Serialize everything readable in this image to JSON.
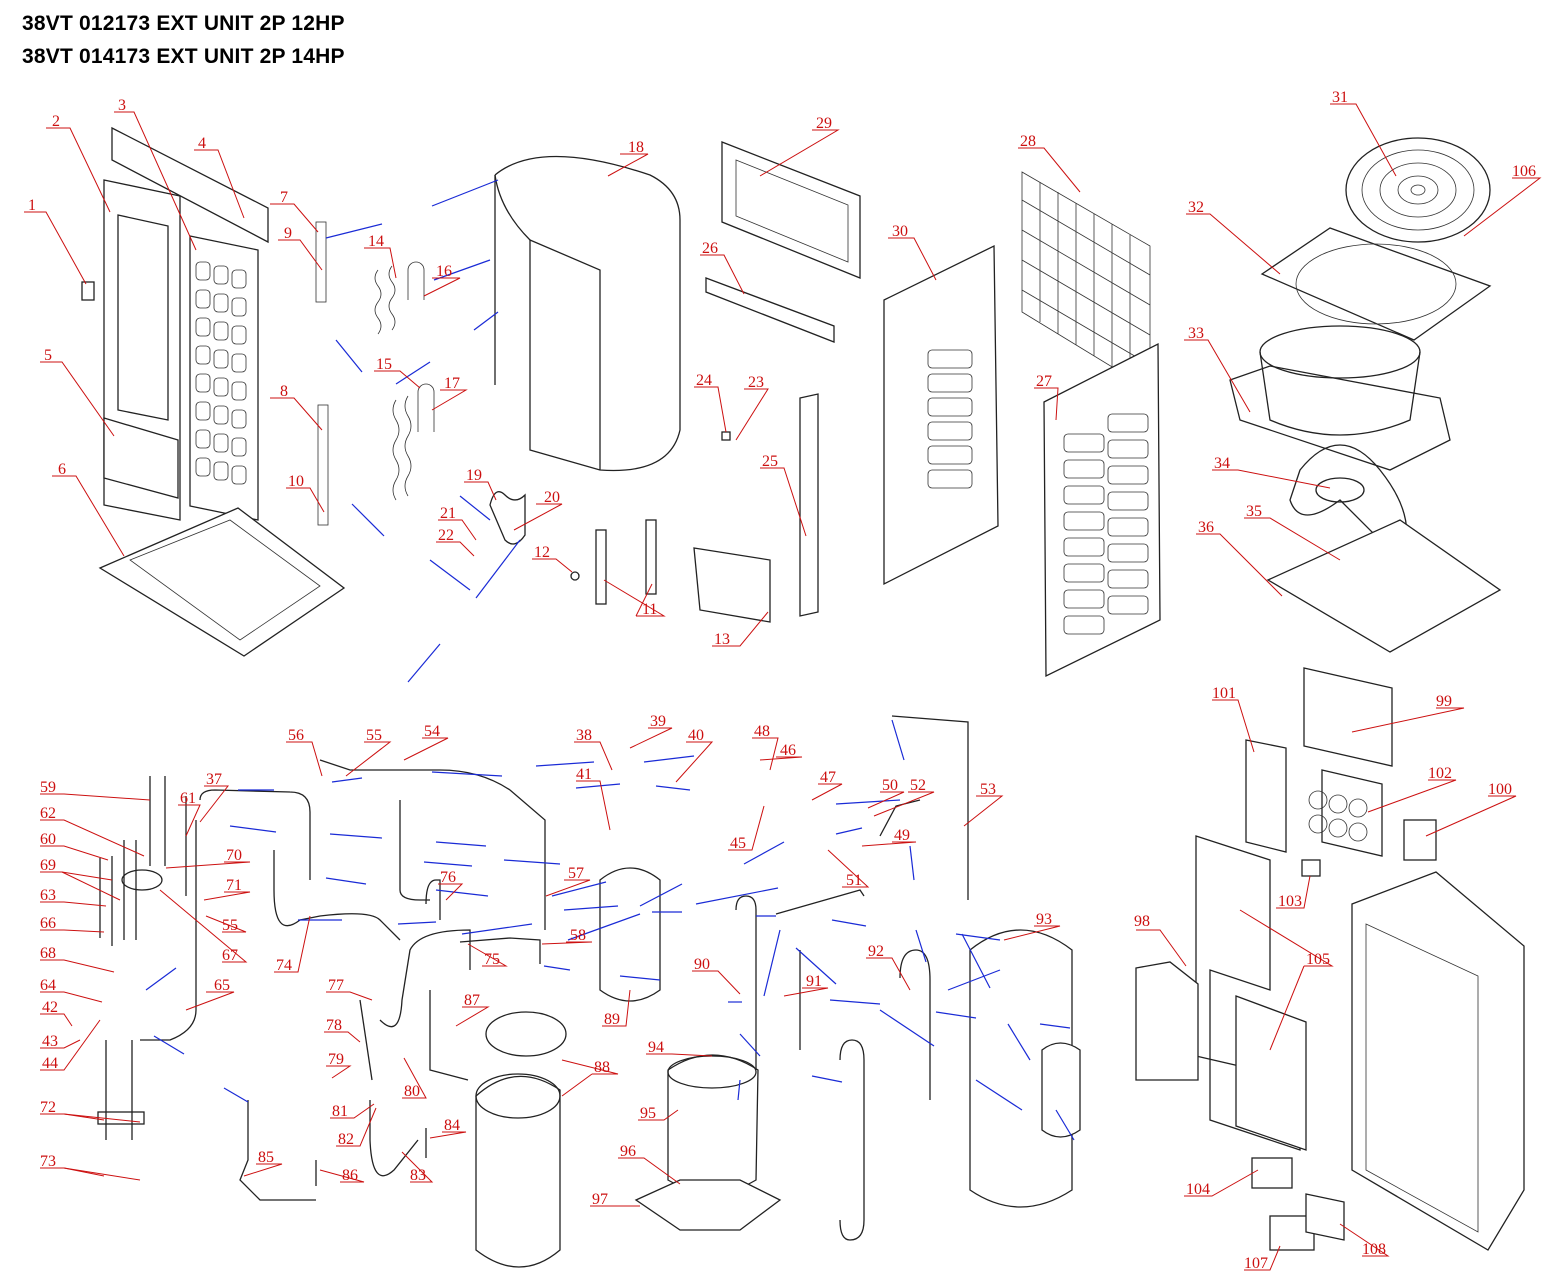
{
  "title_line1": "38VT 012173 EXT UNIT 2P 12HP",
  "title_line2": "38VT 014173 EXT UNIT 2P 14HP",
  "colors": {
    "label": "#cc1010",
    "leader": "#cc1010",
    "flow_line": "#1a2bd6",
    "outline": "#222222"
  },
  "part_labels": [
    "1",
    "2",
    "3",
    "4",
    "5",
    "6",
    "7",
    "8",
    "9",
    "10",
    "11",
    "12",
    "13",
    "14",
    "15",
    "16",
    "17",
    "18",
    "19",
    "20",
    "21",
    "22",
    "23",
    "24",
    "25",
    "26",
    "27",
    "28",
    "29",
    "30",
    "31",
    "32",
    "33",
    "34",
    "35",
    "36",
    "37",
    "38",
    "39",
    "40",
    "41",
    "42",
    "43",
    "44",
    "45",
    "46",
    "47",
    "48",
    "49",
    "50",
    "51",
    "52",
    "53",
    "54",
    "55",
    "56",
    "57",
    "58",
    "59",
    "60",
    "61",
    "62",
    "63",
    "64",
    "65",
    "66",
    "67",
    "68",
    "69",
    "70",
    "71",
    "72",
    "73",
    "74",
    "75",
    "76",
    "77",
    "78",
    "79",
    "80",
    "81",
    "82",
    "83",
    "84",
    "85",
    "86",
    "87",
    "88",
    "89",
    "90",
    "91",
    "92",
    "93",
    "94",
    "95",
    "96",
    "97",
    "98",
    "99",
    "100",
    "101",
    "102",
    "103",
    "104",
    "105",
    "106",
    "107",
    "108"
  ]
}
